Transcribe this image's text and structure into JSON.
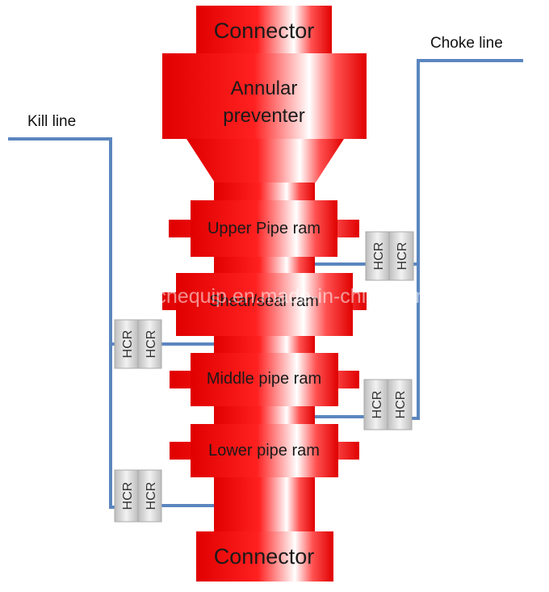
{
  "labels": {
    "top_connector": "Connector",
    "annular_line1": "Annular",
    "annular_line2": "preventer",
    "upper_pipe_ram": "Upper Pipe ram",
    "shear_seal_ram": "Shear/seal ram",
    "middle_pipe_ram": "Middle pipe ram",
    "lower_pipe_ram": "Lower pipe ram",
    "bottom_connector": "Connector",
    "kill_line": "Kill line",
    "choke_line": "Choke line",
    "hcr": "HCR"
  },
  "watermark": "ontechequip.en.made-in-china.com",
  "colors": {
    "bop_red": "#ee1111",
    "bop_highlight": "#ffffff",
    "line_blue": "#5b86bf",
    "hcr_gray": "#d9d9d9"
  }
}
